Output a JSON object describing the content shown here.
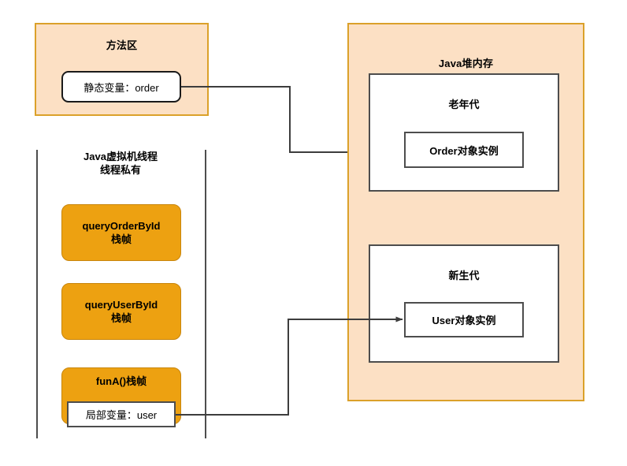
{
  "diagram": {
    "method_area": {
      "title": "方法区",
      "static_var_box": "静态变量：order"
    },
    "heap": {
      "title": "Java堆内存",
      "old_gen": {
        "title": "老年代",
        "object": "Order对象实例"
      },
      "young_gen": {
        "title": "新生代",
        "object": "User对象实例"
      }
    },
    "thread_stack": {
      "heading_line1": "Java虚拟机线程",
      "heading_line2": "线程私有",
      "frames": [
        {
          "name": "queryOrderById",
          "sub": "栈帧"
        },
        {
          "name": "queryUserById",
          "sub": "栈帧"
        },
        {
          "name": "funA()栈帧",
          "sub": "",
          "local_var": "局部变量：user"
        }
      ]
    },
    "connectors": [
      {
        "name": "static-order-to-heap",
        "arrow": false
      },
      {
        "name": "local-user-to-user-instance",
        "arrow": true
      }
    ],
    "colors": {
      "panel_fill": "#fce0c4",
      "panel_border": "#dba12a",
      "frame_fill": "#eda111",
      "frame_border": "#c8850c",
      "line": "#4d4d4d",
      "box_fill": "#ffffff"
    }
  }
}
